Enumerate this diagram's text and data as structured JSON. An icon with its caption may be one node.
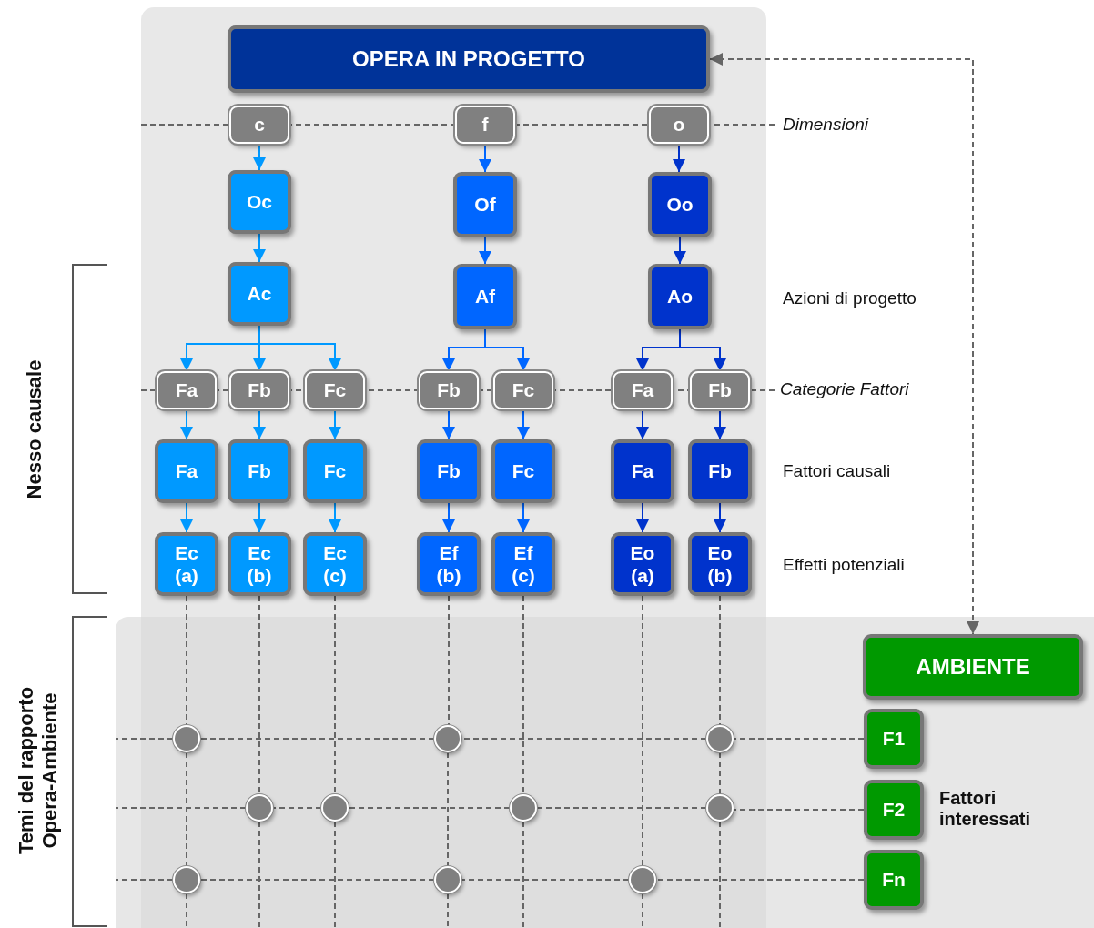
{
  "diagram": {
    "nodes": [
      {
        "text": [
          "OPERA IN PROGETTO"
        ]
      },
      {
        "text": [
          "c"
        ]
      },
      {
        "text": [
          "f"
        ]
      },
      {
        "text": [
          "o"
        ]
      },
      {
        "text": [
          "Oc"
        ]
      },
      {
        "text": [
          "Of"
        ]
      },
      {
        "text": [
          "Oo"
        ]
      },
      {
        "text": [
          "Ac"
        ]
      },
      {
        "text": [
          "Af"
        ]
      },
      {
        "text": [
          "Ao"
        ]
      },
      {
        "text": [
          "Fa"
        ]
      },
      {
        "text": [
          "Fb"
        ]
      },
      {
        "text": [
          "Fc"
        ]
      },
      {
        "text": [
          "Fb"
        ]
      },
      {
        "text": [
          "Fc"
        ]
      },
      {
        "text": [
          "Fa"
        ]
      },
      {
        "text": [
          "Fb"
        ]
      },
      {
        "text": [
          "Fa"
        ]
      },
      {
        "text": [
          "Fb"
        ]
      },
      {
        "text": [
          "Fc"
        ]
      },
      {
        "text": [
          "Fb"
        ]
      },
      {
        "text": [
          "Fc"
        ]
      },
      {
        "text": [
          "Fa"
        ]
      },
      {
        "text": [
          "Fb"
        ]
      },
      {
        "text": [
          "Ec (a)"
        ]
      },
      {
        "text": [
          "Ec (b)"
        ]
      },
      {
        "text": [
          "Ec (c)"
        ]
      },
      {
        "text": [
          "Ef (b)"
        ]
      },
      {
        "text": [
          "Ef (c)"
        ]
      },
      {
        "text": [
          "Eo (a)"
        ]
      },
      {
        "text": [
          "Eo (b)"
        ]
      },
      {
        "text": [
          "AMBIENTE"
        ]
      },
      {
        "text": [
          "F1"
        ]
      },
      {
        "text": [
          "F2"
        ]
      },
      {
        "text": [
          "Fn"
        ]
      },
      {
        "text": [],
        "shape": "circle"
      },
      {
        "text": [],
        "shape": "circle"
      },
      {
        "text": [],
        "shape": "circle"
      },
      {
        "text": [],
        "shape": "circle"
      },
      {
        "text": [],
        "shape": "circle"
      },
      {
        "text": [],
        "shape": "circle"
      },
      {
        "text": [],
        "shape": "circle"
      },
      {
        "text": [],
        "shape": "circle"
      },
      {
        "text": [],
        "shape": "circle"
      },
      {
        "text": [],
        "shape": "circle"
      }
    ],
    "edges": [
      {
        "from": 1,
        "to": 4,
        "arrow": "to",
        "color": "#0099ff"
      },
      {
        "from": 4,
        "to": 7,
        "arrow": "to",
        "color": "#0099ff"
      },
      {
        "from": 7,
        "to": 10,
        "arrow": "to",
        "color": "#0099ff"
      },
      {
        "from": 7,
        "to": 11,
        "arrow": "to",
        "color": "#0099ff"
      },
      {
        "from": 7,
        "to": 12,
        "arrow": "to",
        "color": "#0099ff"
      },
      {
        "from": 10,
        "to": 17,
        "arrow": "to",
        "color": "#0099ff"
      },
      {
        "from": 11,
        "to": 18,
        "arrow": "to",
        "color": "#0099ff"
      },
      {
        "from": 12,
        "to": 19,
        "arrow": "to",
        "color": "#0099ff"
      },
      {
        "from": 17,
        "to": 24,
        "arrow": "to",
        "color": "#0099ff"
      },
      {
        "from": 18,
        "to": 25,
        "arrow": "to",
        "color": "#0099ff"
      },
      {
        "from": 19,
        "to": 26,
        "arrow": "to",
        "color": "#0099ff"
      },
      {
        "from": 2,
        "to": 5,
        "arrow": "to",
        "color": "#0066ff"
      },
      {
        "from": 5,
        "to": 8,
        "arrow": "to",
        "color": "#0066ff"
      },
      {
        "from": 8,
        "to": 13,
        "arrow": "to",
        "color": "#0066ff"
      },
      {
        "from": 8,
        "to": 14,
        "arrow": "to",
        "color": "#0066ff"
      },
      {
        "from": 13,
        "to": 20,
        "arrow": "to",
        "color": "#0066ff"
      },
      {
        "from": 14,
        "to": 21,
        "arrow": "to",
        "color": "#0066ff"
      },
      {
        "from": 20,
        "to": 27,
        "arrow": "to",
        "color": "#0066ff"
      },
      {
        "from": 21,
        "to": 28,
        "arrow": "to",
        "color": "#0066ff"
      },
      {
        "from": 3,
        "to": 6,
        "arrow": "to",
        "color": "#0033cc"
      },
      {
        "from": 6,
        "to": 9,
        "arrow": "to",
        "color": "#0033cc"
      },
      {
        "from": 9,
        "to": 15,
        "arrow": "to",
        "color": "#0033cc"
      },
      {
        "from": 9,
        "to": 16,
        "arrow": "to",
        "color": "#0033cc"
      },
      {
        "from": 15,
        "to": 22,
        "arrow": "to",
        "color": "#0033cc"
      },
      {
        "from": 16,
        "to": 23,
        "arrow": "to",
        "color": "#0033cc"
      },
      {
        "from": 22,
        "to": 29,
        "arrow": "to",
        "color": "#0033cc"
      },
      {
        "from": 23,
        "to": 30,
        "arrow": "to",
        "color": "#0033cc"
      },
      {
        "from": 0,
        "to": 31,
        "arrow": "both",
        "style": "dashed",
        "color": "#666666"
      },
      {
        "from": 24,
        "to": 35,
        "arrow": "none",
        "style": "dashed",
        "color": "#666666"
      },
      {
        "from": 35,
        "to": 42,
        "arrow": "none",
        "style": "dashed",
        "color": "#666666"
      },
      {
        "from": 25,
        "to": 38,
        "arrow": "none",
        "style": "dashed",
        "color": "#666666"
      },
      {
        "from": 26,
        "to": 39,
        "arrow": "none",
        "style": "dashed",
        "color": "#666666"
      },
      {
        "from": 27,
        "to": 36,
        "arrow": "none",
        "style": "dashed",
        "color": "#666666"
      },
      {
        "from": 36,
        "to": 43,
        "arrow": "none",
        "style": "dashed",
        "color": "#666666"
      },
      {
        "from": 28,
        "to": 40,
        "arrow": "none",
        "style": "dashed",
        "color": "#666666"
      },
      {
        "from": 29,
        "to": 44,
        "arrow": "none",
        "style": "dashed",
        "color": "#666666"
      },
      {
        "from": 30,
        "to": 37,
        "arrow": "none",
        "style": "dashed",
        "color": "#666666"
      },
      {
        "from": 37,
        "to": 41,
        "arrow": "none",
        "style": "dashed",
        "color": "#666666"
      },
      {
        "from": 32,
        "to": 37,
        "arrow": "none",
        "style": "dashed",
        "color": "#666666"
      },
      {
        "from": 37,
        "to": 36,
        "arrow": "none",
        "style": "dashed",
        "color": "#666666"
      },
      {
        "from": 36,
        "to": 35,
        "arrow": "none",
        "style": "dashed",
        "color": "#666666"
      },
      {
        "from": 33,
        "to": 41,
        "arrow": "none",
        "style": "dashed",
        "color": "#666666"
      },
      {
        "from": 41,
        "to": 40,
        "arrow": "none",
        "style": "dashed",
        "color": "#666666"
      },
      {
        "from": 40,
        "to": 39,
        "arrow": "none",
        "style": "dashed",
        "color": "#666666"
      },
      {
        "from": 39,
        "to": 38,
        "arrow": "none",
        "style": "dashed",
        "color": "#666666"
      },
      {
        "from": 34,
        "to": 44,
        "arrow": "none",
        "style": "dashed",
        "color": "#666666"
      },
      {
        "from": 44,
        "to": 43,
        "arrow": "none",
        "style": "dashed",
        "color": "#666666"
      },
      {
        "from": 43,
        "to": 42,
        "arrow": "none",
        "style": "dashed",
        "color": "#666666"
      }
    ],
    "labels": [
      "Dimensioni",
      "Azioni di progetto",
      "Categorie Fattori",
      "Fattori causali",
      "Effetti potenziali",
      "Nesso causale",
      "Temi del rapporto Opera-Ambiente",
      "Fattori interessati"
    ]
  }
}
